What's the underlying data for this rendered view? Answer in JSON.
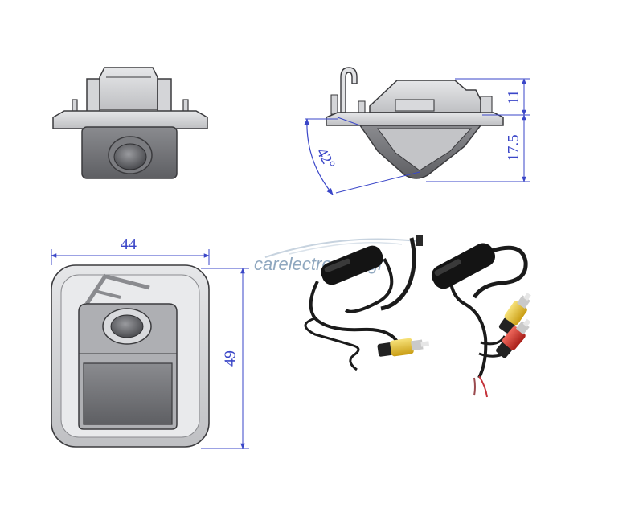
{
  "dimensions": {
    "width": "44",
    "height": "49",
    "top_height": "11",
    "body_height": "17.5",
    "view_angle": "42°"
  },
  "watermark": {
    "text": "carelectronics.gr"
  },
  "colors": {
    "dimension_line": "#3a46c8",
    "camera_body": "#6d6e72",
    "camera_light": "#c8c9cc",
    "outline": "#3b3b3e",
    "cable": "#1b1b1b",
    "rca_yellow": "#e7c62b",
    "rca_red": "#d8312b",
    "wire_red": "#c4323a"
  }
}
